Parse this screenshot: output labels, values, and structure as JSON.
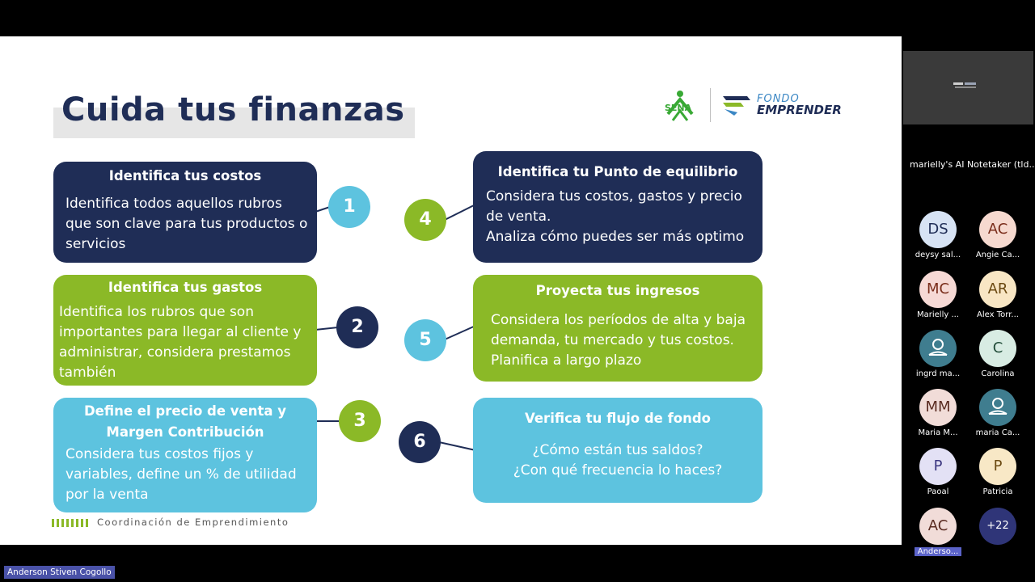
{
  "slide": {
    "title": "Cuida tus finanzas",
    "logo_sena": "SENA",
    "logo_fondo_top": "FONDO",
    "logo_fondo_bottom": "EMPRENDER",
    "footer": "Coordinación de Emprendimiento",
    "steps": [
      {
        "num": "1",
        "title": "Identifica tus costos",
        "body": "Identifica todos aquellos rubros que son clave para tus productos o servicios",
        "card_color": "#1f2d56",
        "badge_color": "#5dc3df"
      },
      {
        "num": "2",
        "title": "Identifica tus gastos",
        "body": "Identifica los rubros que son importantes para llegar al cliente y administrar, considera prestamos también",
        "card_color": "#8bb927",
        "badge_color": "#1f2d56"
      },
      {
        "num": "3",
        "title": "Define el precio de venta y Margen Contribución",
        "body": "Considera tus costos fijos y variables, define un % de utilidad por la venta",
        "card_color": "#5dc3df",
        "badge_color": "#8bb927"
      },
      {
        "num": "4",
        "title": "Identifica tu Punto de equilibrio",
        "body": "Considera tus costos, gastos y precio de venta.\nAnaliza cómo puedes ser más optimo",
        "card_color": "#1f2d56",
        "badge_color": "#8bb927"
      },
      {
        "num": "5",
        "title": "Proyecta tus ingresos",
        "body": "Considera los períodos de alta y baja demanda, tu mercado y tus costos.\nPlanifica a largo plazo",
        "card_color": "#8bb927",
        "badge_color": "#5dc3df"
      },
      {
        "num": "6",
        "title": "Verifica tu flujo de fondo",
        "body": "¿Cómo están tus saldos?\n¿Con qué frecuencia lo haces?",
        "card_color": "#5dc3df",
        "badge_color": "#1f2d56"
      }
    ]
  },
  "panel": {
    "notetaker": "marielly's AI Notetaker (tld...",
    "participants": [
      {
        "initials": "DS",
        "name": "deysy sal...",
        "bg": "#d7e3f4",
        "fg": "#1f2d56"
      },
      {
        "initials": "AC",
        "name": "Angie Ca...",
        "bg": "#f6d9cf",
        "fg": "#7a2d1b"
      },
      {
        "initials": "MC",
        "name": "Marielly ...",
        "bg": "#f6d9d5",
        "fg": "#7a2d1b"
      },
      {
        "initials": "AR",
        "name": "Alex Torr...",
        "bg": "#f8e6c4",
        "fg": "#6b4a12"
      },
      {
        "initials": "",
        "name": "ingrd ma...",
        "bg": "#3f7d8f",
        "fg": "#ffffff",
        "icon": "person-icon"
      },
      {
        "initials": "C",
        "name": "Carolina",
        "bg": "#d8ece3",
        "fg": "#234d3a"
      },
      {
        "initials": "MM",
        "name": "Maria M...",
        "bg": "#f1dcd8",
        "fg": "#5a2c22"
      },
      {
        "initials": "",
        "name": "maria Ca...",
        "bg": "#3f7d8f",
        "fg": "#ffffff",
        "icon": "person-icon"
      },
      {
        "initials": "P",
        "name": "Paoal",
        "bg": "#e3e1f5",
        "fg": "#3b3680"
      },
      {
        "initials": "P",
        "name": "Patricia",
        "bg": "#f8e8c6",
        "fg": "#6b4a12"
      },
      {
        "initials": "AC",
        "name": "Anderso...",
        "bg": "#f1dcd8",
        "fg": "#5a2c22",
        "highlight": true
      },
      {
        "initials": "+22",
        "name": "",
        "bg": "#2f3578",
        "fg": "#ffffff"
      }
    ]
  },
  "speaker": "Anderson Stiven Cogollo"
}
